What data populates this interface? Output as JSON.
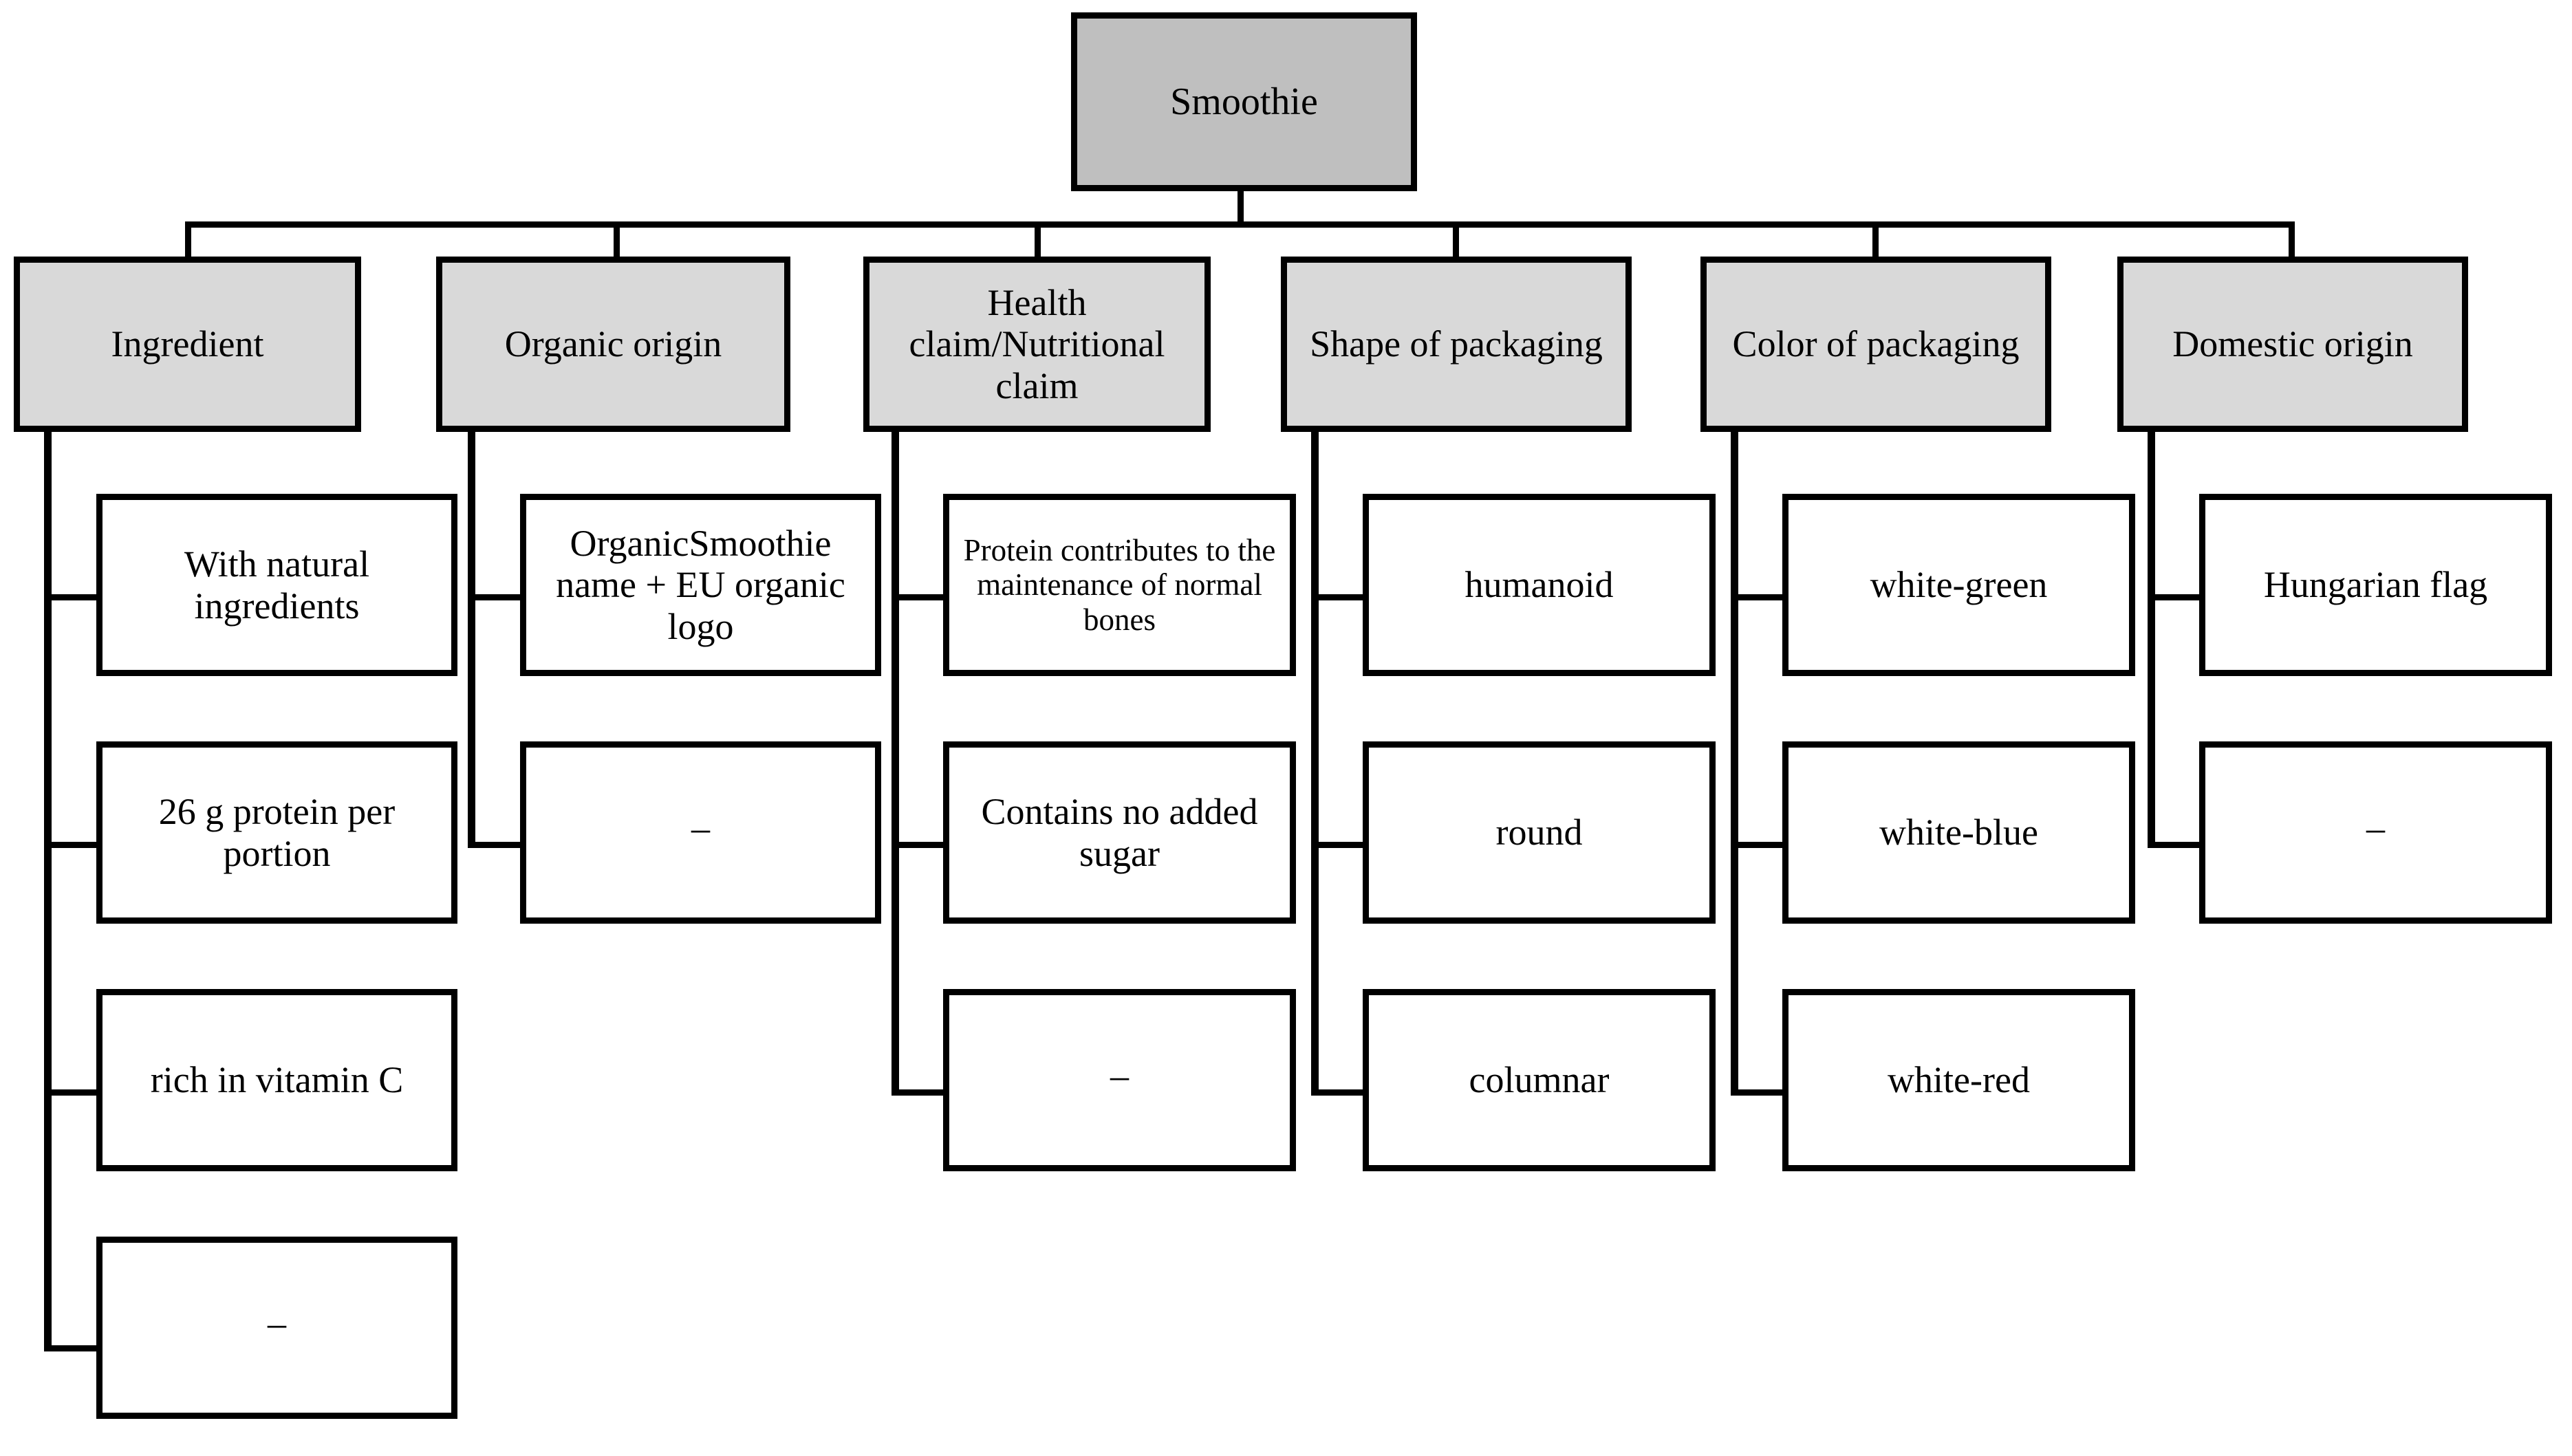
{
  "diagram": {
    "type": "hierarchy-tree",
    "title": "Smoothie attribute tree",
    "colors": {
      "root_fill": "#bfbfbf",
      "category_fill": "#d9d9d9",
      "leaf_fill": "#ffffff",
      "stroke": "#000000",
      "background": "#ffffff"
    },
    "root": {
      "label": "Smoothie"
    },
    "categories": [
      {
        "label": "Ingredient",
        "leaves": [
          {
            "label": "With natural ingredients"
          },
          {
            "label": "26 g protein per portion"
          },
          {
            "label": "rich in vitamin C"
          },
          {
            "label": "–"
          }
        ]
      },
      {
        "label": "Organic origin",
        "leaves": [
          {
            "label": "OrganicSmoothie name + EU organic logo"
          },
          {
            "label": "–"
          }
        ]
      },
      {
        "label": "Health claim/Nutritional claim",
        "leaves": [
          {
            "label": "Protein contributes to the maintenance of normal bones"
          },
          {
            "label": "Contains no added sugar"
          },
          {
            "label": "–"
          }
        ]
      },
      {
        "label": "Shape of packaging",
        "leaves": [
          {
            "label": "humanoid"
          },
          {
            "label": "round"
          },
          {
            "label": "columnar"
          }
        ]
      },
      {
        "label": "Color of packaging",
        "leaves": [
          {
            "label": "white-green"
          },
          {
            "label": "white-blue"
          },
          {
            "label": "white-red"
          }
        ]
      },
      {
        "label": "Domestic origin",
        "leaves": [
          {
            "label": "Hungarian flag"
          },
          {
            "label": "–"
          }
        ]
      }
    ]
  }
}
